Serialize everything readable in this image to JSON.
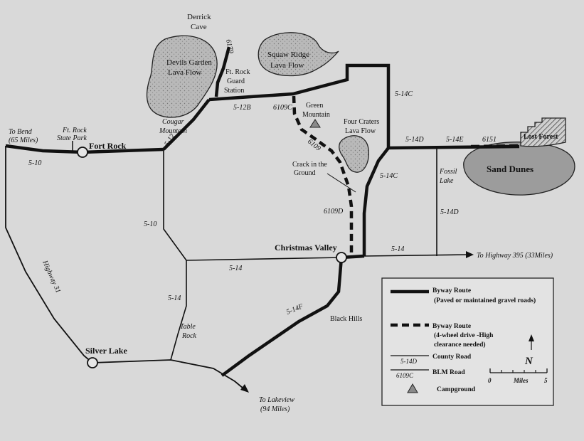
{
  "colors": {
    "background": "#d9d9d9",
    "road": "#111111",
    "lava_fill": "#b7b7b7",
    "dunes_fill": "#9a9a9a",
    "campground": "#8a8a8a"
  },
  "places": {
    "derrick_cave_1": "Derrick",
    "derrick_cave_2": "Cave",
    "devils_garden_1": "Devils Garden",
    "devils_garden_2": "Lava Flow",
    "squaw_ridge_1": "Squaw Ridge",
    "squaw_ridge_2": "Lava Flow",
    "ft_rock_station_1": "Ft. Rock",
    "ft_rock_station_2": "Guard",
    "ft_rock_station_3": "Station",
    "green_mountain_1": "Green",
    "green_mountain_2": "Mountain",
    "four_craters_1": "Four Craters",
    "four_craters_2": "Lava Flow",
    "cougar_mountain_1": "Cougar",
    "cougar_mountain_2": "Mountain",
    "to_bend_1": "To Bend",
    "to_bend_2": "(65 Miles)",
    "state_park_1": "Ft. Rock",
    "state_park_2": "State Park",
    "fort_rock": "Fort Rock",
    "crack_1": "Crack in the",
    "crack_2": "Ground",
    "lost_forest": "Lost Forest",
    "sand_dunes": "Sand Dunes",
    "fossil_lake_1": "Fossil",
    "fossil_lake_2": "Lake",
    "christmas_valley": "Christmas Valley",
    "to_highway_395": "To Highway 395 (33Miles)",
    "black_hills": "Black Hills",
    "table_rock_1": "Table",
    "table_rock_2": "Rock",
    "silver_lake": "Silver Lake",
    "to_lakeview_1": "To Lakeview",
    "to_lakeview_2": "(94 Miles)"
  },
  "roads": {
    "r6179": "6179",
    "r5_12b": "5-12B",
    "r6109c": "6109C",
    "r5_14c_top": "5-14C",
    "r5_14d": "5-14D",
    "r5_14e": "5-14E",
    "r6151": "6151",
    "r5_12": "5-12",
    "r6109": "6109",
    "r5_10_top": "5-10",
    "r5_14c_mid": "5-14C",
    "r6109d": "6109D",
    "r5_14d_side": "5-14D",
    "r5_10_mid": "5-10",
    "r5_14_east": "5-14",
    "r5_14_mid": "5-14",
    "r5_14_table": "5-14",
    "r5_14f": "5-14F",
    "highway31": "Highway 31"
  },
  "legend": {
    "byway_title": "Byway Route",
    "byway_sub": "(Paved or maintained gravel roads)",
    "byway4wd_title": "Byway Route",
    "byway4wd_sub1": "(4-wheel drive -High",
    "byway4wd_sub2": "clearance needed)",
    "county_sample": "5-14D",
    "county_label": "County Road",
    "blm_sample": "6109C",
    "blm_label": "BLM Road",
    "campground_label": "Campground",
    "north": "N",
    "scale_zero": "0",
    "scale_label": "Miles",
    "scale_five": "5"
  }
}
